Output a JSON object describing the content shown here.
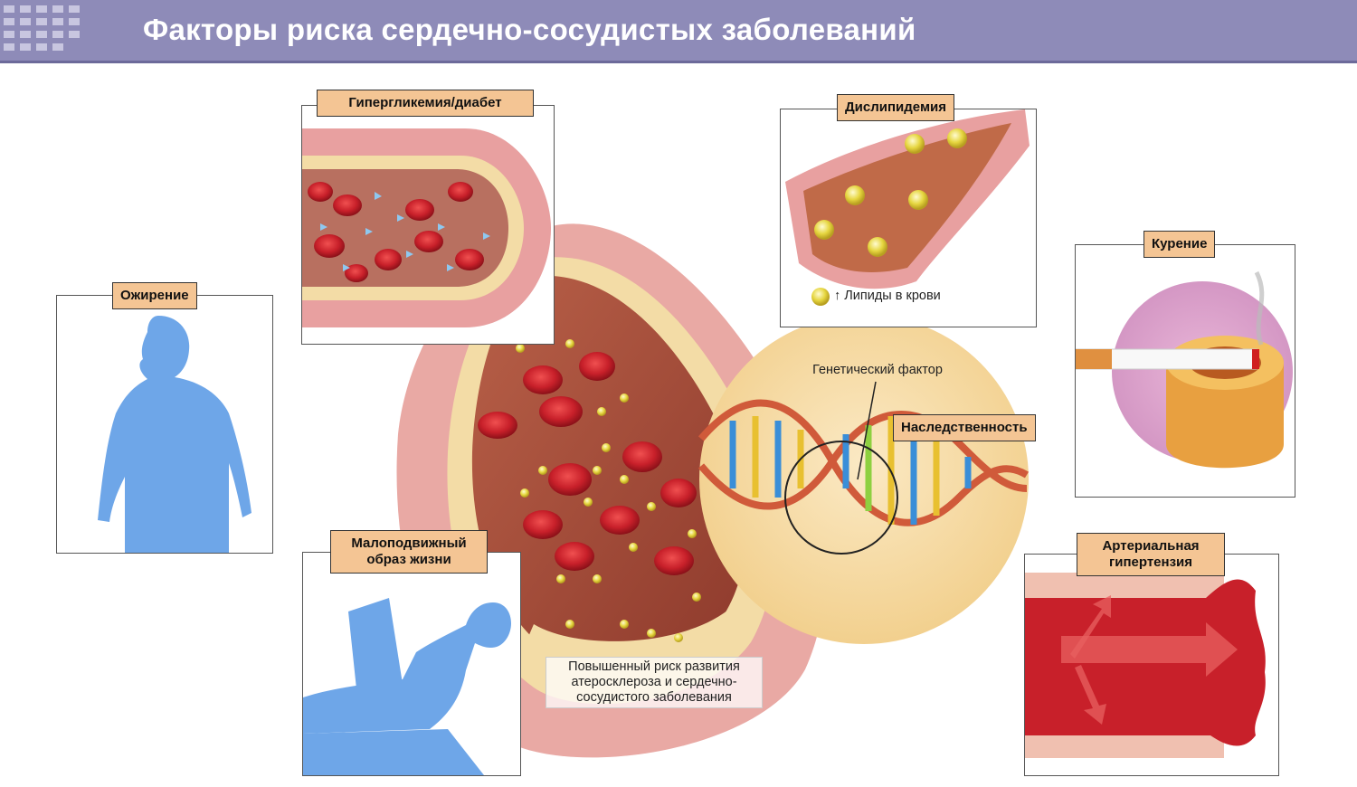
{
  "header": {
    "title": "Факторы риска сердечно-сосудистых  заболеваний"
  },
  "labels": {
    "hyperglycemia": "Гипергликемия/диабет",
    "dyslipidemia": "Дислипидемия",
    "smoking": "Курение",
    "obesity": "Ожирение",
    "sedentary_line1": "Малоподвижный",
    "sedentary_line2": "образ жизни",
    "heredity": "Наследственность",
    "hypertension_line1": "Артериальная",
    "hypertension_line2": "гипертензия"
  },
  "captions": {
    "lipids": "Липиды в крови",
    "lipids_arrow": "↑",
    "genetic_factor": "Генетический фактор",
    "risk_line1": "Повышенный риск развития",
    "risk_line2": "атеросклероза и сердечно-",
    "risk_line3": "сосудистого заболевания"
  },
  "colors": {
    "header_bg": "#8e8bb8",
    "label_bg": "#f4c594",
    "silhouette": "#6ea6e8",
    "blood_cell": "#c8202a",
    "vessel_wall": "#e8a0a0",
    "lipid": "#e6d640",
    "dna_circle": "#f6dcaa"
  },
  "icons": [
    "obesity-silhouette-icon",
    "sedentary-silhouette-icon",
    "cigarette-ashtray-icon",
    "dna-helix-icon",
    "artery-icon"
  ]
}
